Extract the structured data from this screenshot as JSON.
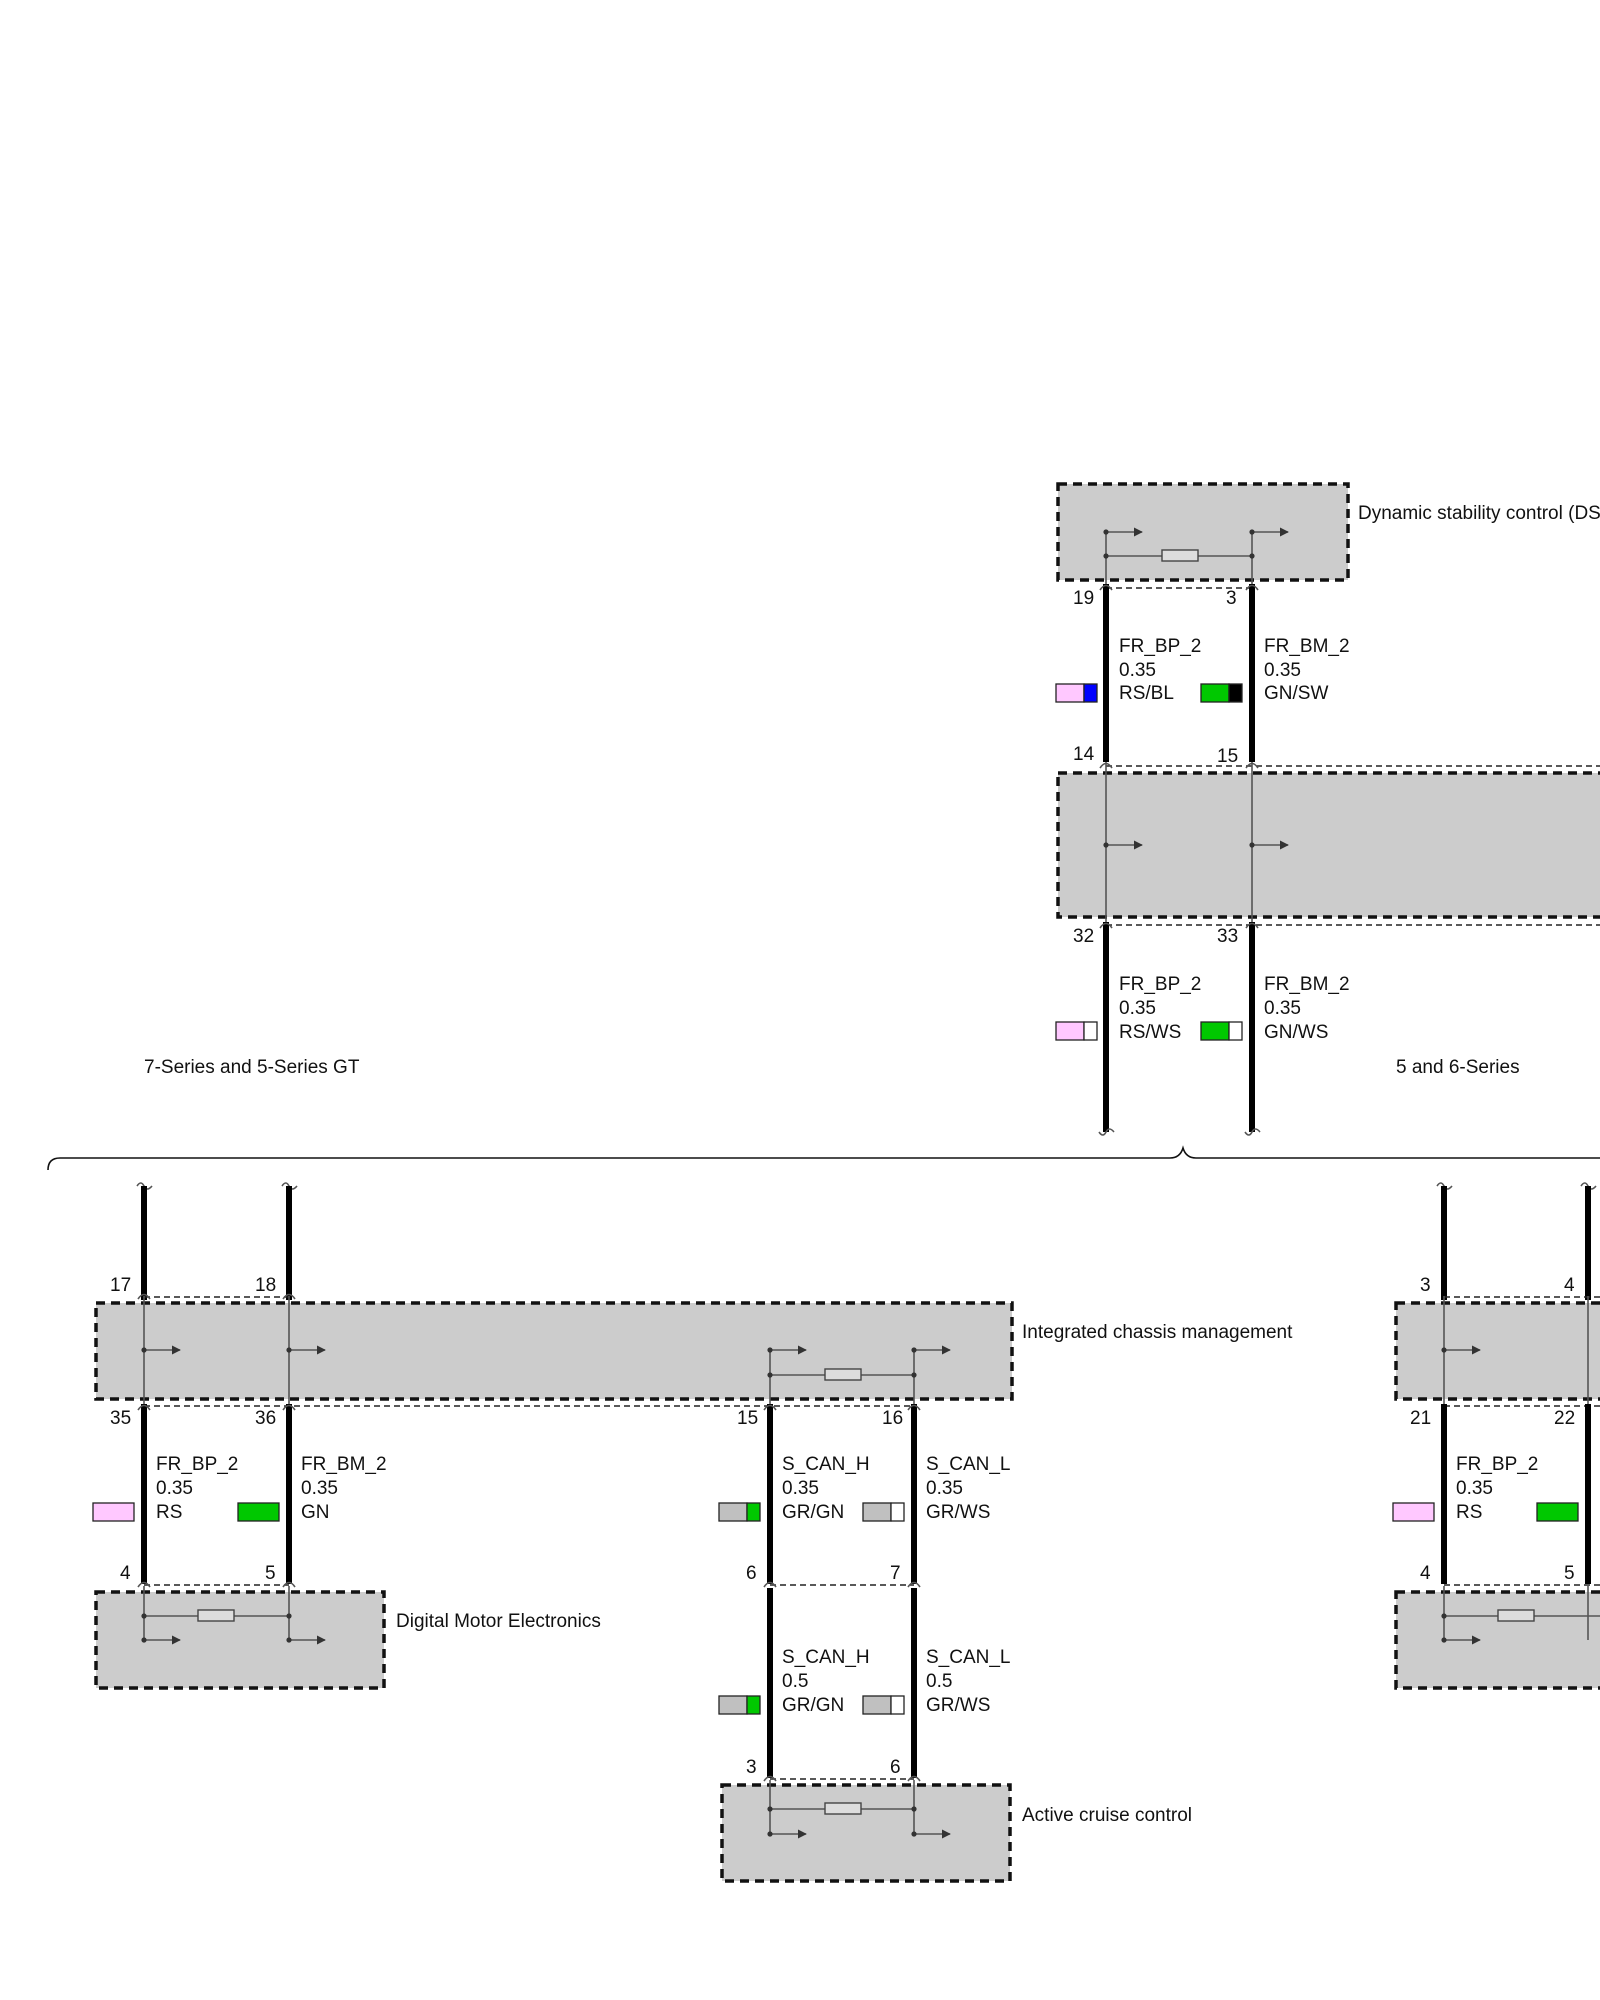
{
  "colors": {
    "RS": "#ffc8ff",
    "GN": "#00c800",
    "BL": "#0000ff",
    "SW": "#000000",
    "WS": "#ffffff",
    "GR": "#c0c0c0",
    "box_fill": "#cccccc"
  },
  "group_labels": {
    "left": "7-Series and 5-Series GT",
    "right": "5 and 6-Series"
  },
  "modules": {
    "dsc": "Dynamic stability control (DSC",
    "icm": "Integrated chassis management",
    "dme": "Digital Motor Electronics",
    "acc": "Active cruise control"
  },
  "pins": {
    "dsc_19": "19",
    "dsc_3": "3",
    "mid_14": "14",
    "mid_15": "15",
    "mid_32": "32",
    "mid_33": "33",
    "icm_17": "17",
    "icm_18": "18",
    "icm_35": "35",
    "icm_36": "36",
    "icm_15": "15",
    "icm_16": "16",
    "dme_4": "4",
    "dme_5": "5",
    "split_6": "6",
    "split_7": "7",
    "acc_3": "3",
    "acc_6": "6",
    "r_3": "3",
    "r_4": "4",
    "r_21": "21",
    "r_22": "22",
    "r_dme_4": "4",
    "r_dme_5": "5"
  },
  "wires": {
    "top_bp": {
      "name": "FR_BP_2",
      "size": "0.35",
      "color": "RS/BL"
    },
    "top_bm": {
      "name": "FR_BM_2",
      "size": "0.35",
      "color": "GN/SW"
    },
    "mid_bp": {
      "name": "FR_BP_2",
      "size": "0.35",
      "color": "RS/WS"
    },
    "mid_bm": {
      "name": "FR_BM_2",
      "size": "0.35",
      "color": "GN/WS"
    },
    "left_bp": {
      "name": "FR_BP_2",
      "size": "0.35",
      "color": "RS"
    },
    "left_bm": {
      "name": "FR_BM_2",
      "size": "0.35",
      "color": "GN"
    },
    "can_h_1": {
      "name": "S_CAN_H",
      "size": "0.35",
      "color": "GR/GN"
    },
    "can_l_1": {
      "name": "S_CAN_L",
      "size": "0.35",
      "color": "GR/WS"
    },
    "can_h_2": {
      "name": "S_CAN_H",
      "size": "0.5",
      "color": "GR/GN"
    },
    "can_l_2": {
      "name": "S_CAN_L",
      "size": "0.5",
      "color": "GR/WS"
    },
    "right_bp": {
      "name": "FR_BP_2",
      "size": "0.35",
      "color": "RS"
    }
  }
}
